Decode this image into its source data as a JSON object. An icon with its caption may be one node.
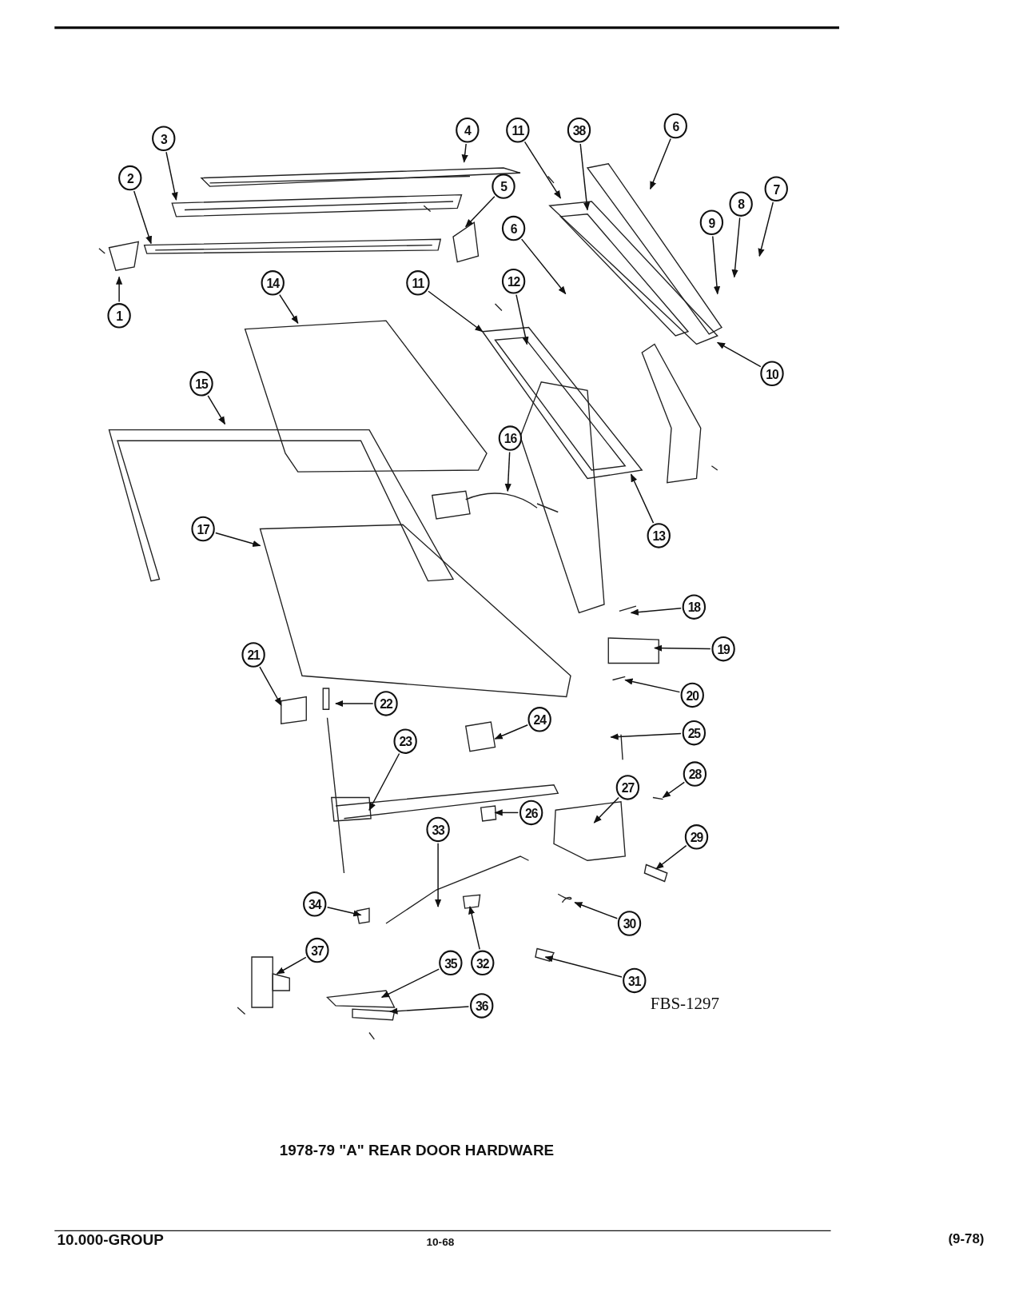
{
  "diagram": {
    "title": "1978-79 \"A\" REAR DOOR HARDWARE",
    "nodes": [
      {
        "text": [
          "3"
        ]
      },
      {
        "text": [
          "4"
        ]
      },
      {
        "text": [
          "11"
        ]
      },
      {
        "text": [
          "38"
        ]
      },
      {
        "text": [
          "6"
        ]
      },
      {
        "text": [
          "2"
        ]
      },
      {
        "text": [
          "5"
        ]
      },
      {
        "text": [
          "7"
        ]
      },
      {
        "text": [
          "8"
        ]
      },
      {
        "text": [
          "9"
        ]
      },
      {
        "text": [
          "6"
        ]
      },
      {
        "text": [
          "14"
        ]
      },
      {
        "text": [
          "11"
        ]
      },
      {
        "text": [
          "12"
        ]
      },
      {
        "text": [
          "1"
        ]
      },
      {
        "text": [
          "10"
        ]
      },
      {
        "text": [
          "15"
        ]
      },
      {
        "text": [
          "16"
        ]
      },
      {
        "text": [
          "17"
        ]
      },
      {
        "text": [
          "13"
        ]
      },
      {
        "text": [
          "18"
        ]
      },
      {
        "text": [
          "19"
        ]
      },
      {
        "text": [
          "21"
        ]
      },
      {
        "text": [
          "20"
        ]
      },
      {
        "text": [
          "22"
        ]
      },
      {
        "text": [
          "24"
        ]
      },
      {
        "text": [
          "23"
        ]
      },
      {
        "text": [
          "25"
        ]
      },
      {
        "text": [
          "28"
        ]
      },
      {
        "text": [
          "27"
        ]
      },
      {
        "text": [
          "26"
        ]
      },
      {
        "text": [
          "33"
        ]
      },
      {
        "text": [
          "29"
        ]
      },
      {
        "text": [
          "34"
        ]
      },
      {
        "text": [
          "30"
        ]
      },
      {
        "text": [
          "37"
        ]
      },
      {
        "text": [
          "35"
        ]
      },
      {
        "text": [
          "32"
        ]
      },
      {
        "text": [
          "31"
        ]
      },
      {
        "text": [
          "36"
        ]
      }
    ],
    "edges": [
      {
        "from": 0,
        "to": null,
        "arrow": "to"
      },
      {
        "from": 1,
        "to": null,
        "arrow": "to"
      },
      {
        "from": 2,
        "to": null,
        "arrow": "to"
      },
      {
        "from": 3,
        "to": null,
        "arrow": "to"
      },
      {
        "from": 4,
        "to": null,
        "arrow": "to"
      },
      {
        "from": 5,
        "to": null,
        "arrow": "to"
      },
      {
        "from": 6,
        "to": null,
        "arrow": "to"
      },
      {
        "from": 7,
        "to": null,
        "arrow": "to"
      },
      {
        "from": 8,
        "to": null,
        "arrow": "to"
      },
      {
        "from": 9,
        "to": null,
        "arrow": "to"
      },
      {
        "from": 10,
        "to": null,
        "arrow": "to"
      },
      {
        "from": 11,
        "to": null,
        "arrow": "to"
      },
      {
        "from": 12,
        "to": null,
        "arrow": "to"
      },
      {
        "from": 13,
        "to": null,
        "arrow": "to"
      },
      {
        "from": 14,
        "to": null,
        "arrow": "to"
      },
      {
        "from": 15,
        "to": null,
        "arrow": "to"
      },
      {
        "from": 16,
        "to": null,
        "arrow": "to"
      },
      {
        "from": 17,
        "to": null,
        "arrow": "to"
      },
      {
        "from": 18,
        "to": null,
        "arrow": "to"
      },
      {
        "from": 19,
        "to": null,
        "arrow": "to"
      },
      {
        "from": 20,
        "to": null,
        "arrow": "to"
      },
      {
        "from": 21,
        "to": null,
        "arrow": "to"
      },
      {
        "from": 22,
        "to": null,
        "arrow": "to"
      },
      {
        "from": 23,
        "to": null,
        "arrow": "to"
      },
      {
        "from": 24,
        "to": null,
        "arrow": "to"
      },
      {
        "from": 25,
        "to": null,
        "arrow": "to"
      },
      {
        "from": 26,
        "to": null,
        "arrow": "to"
      },
      {
        "from": 27,
        "to": null,
        "arrow": "to"
      },
      {
        "from": 28,
        "to": null,
        "arrow": "to"
      },
      {
        "from": 29,
        "to": null,
        "arrow": "to"
      },
      {
        "from": 30,
        "to": null,
        "arrow": "to"
      },
      {
        "from": 31,
        "to": null,
        "arrow": "to"
      },
      {
        "from": 32,
        "to": null,
        "arrow": "to"
      },
      {
        "from": 33,
        "to": null,
        "arrow": "to"
      },
      {
        "from": 34,
        "to": null,
        "arrow": "to"
      },
      {
        "from": 35,
        "to": null,
        "arrow": "to"
      },
      {
        "from": 36,
        "to": null,
        "arrow": "to"
      },
      {
        "from": 37,
        "to": null,
        "arrow": "to"
      },
      {
        "from": 38,
        "to": null,
        "arrow": "to"
      },
      {
        "from": 39,
        "to": null,
        "arrow": "to"
      }
    ],
    "labels": [
      "FBS-1297",
      "10.000-GROUP",
      "10-68",
      "(9-78)"
    ]
  }
}
